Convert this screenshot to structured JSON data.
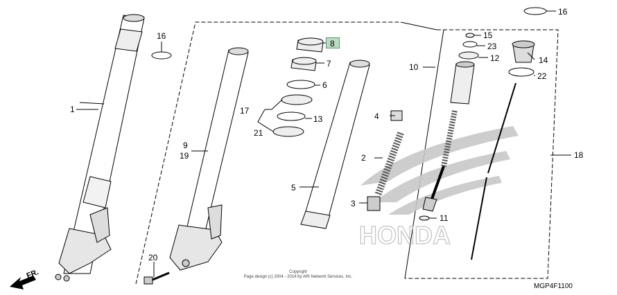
{
  "diagram": {
    "callouts": [
      {
        "id": "c16a",
        "text": "16"
      },
      {
        "id": "c16b",
        "text": "16"
      },
      {
        "id": "c8",
        "text": "8"
      },
      {
        "id": "c7",
        "text": "7"
      },
      {
        "id": "c6",
        "text": "6"
      },
      {
        "id": "c17",
        "text": "17"
      },
      {
        "id": "c13",
        "text": "13"
      },
      {
        "id": "c21",
        "text": "21"
      },
      {
        "id": "c4",
        "text": "4"
      },
      {
        "id": "c2",
        "text": "2"
      },
      {
        "id": "c3",
        "text": "3"
      },
      {
        "id": "c5",
        "text": "5"
      },
      {
        "id": "c1",
        "text": "1"
      },
      {
        "id": "c9",
        "text": "9"
      },
      {
        "id": "c19",
        "text": "19"
      },
      {
        "id": "c20",
        "text": "20"
      },
      {
        "id": "c10",
        "text": "10"
      },
      {
        "id": "c15",
        "text": "15"
      },
      {
        "id": "c23",
        "text": "23"
      },
      {
        "id": "c12",
        "text": "12"
      },
      {
        "id": "c14",
        "text": "14"
      },
      {
        "id": "c22",
        "text": "22"
      },
      {
        "id": "c18",
        "text": "18"
      },
      {
        "id": "c11",
        "text": "11"
      }
    ],
    "highlighted_part": "8",
    "copyright_line1": "Copyright",
    "copyright_line2": "Page design (c) 2004 - 2014 by ARI Network Services, Inc.",
    "diagram_code": "MGP4F1100",
    "direction_label": "FR.",
    "watermark_text": "HONDA"
  }
}
